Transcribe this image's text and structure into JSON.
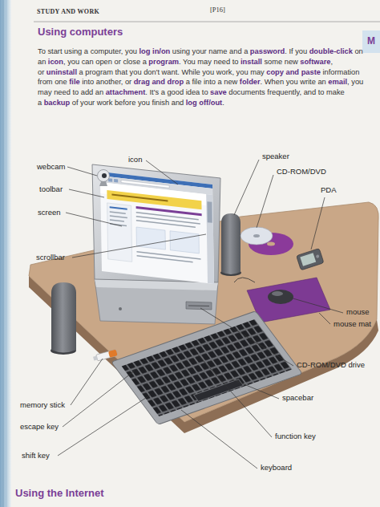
{
  "diagram": {
    "title": "Using computers",
    "labels": [
      "STUDY AND WORK",
      "[P16]",
      "M",
      "To start using a computer, you",
      "log in/on",
      "using your name and a",
      "password",
      ". If you",
      "double-click",
      "on an",
      "icon",
      ", you can open or close a",
      "program",
      ". You may need to",
      "install",
      "some new",
      "software",
      ", or",
      "uninstall",
      "a program that you don't want. While you work, you may",
      "copy and paste",
      "information from one",
      "file",
      "into another, or",
      "drag and drop",
      "a file into a new",
      "folder",
      ". When you write an",
      "email",
      ", you may need to add an",
      "attachment",
      ". It's a good idea to",
      "save",
      "documents frequently, and to make a",
      "backup",
      "of your work before you finish and",
      "log off/out",
      ".",
      "icon",
      "webcam",
      "toolbar",
      "screen",
      "scrollbar",
      "speaker",
      "CD-ROM/DVD",
      "PDA",
      "mouse",
      "mouse mat",
      "CD-ROM/DVD drive",
      "spacebar",
      "function key",
      "keyboard",
      "memory stick",
      "escape key",
      "shift key",
      "Using the Internet"
    ]
  }
}
